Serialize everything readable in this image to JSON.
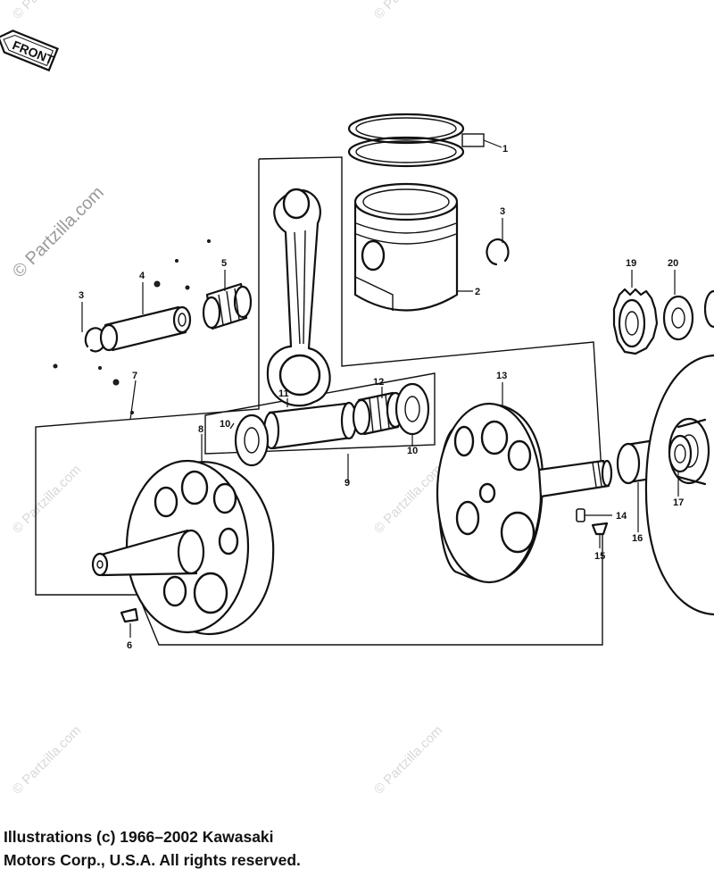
{
  "front_label": "FRONT",
  "watermark": {
    "main": "© Partzilla.com",
    "faint": "© Partzilla.com"
  },
  "callouts": {
    "c1": "1",
    "c2": "2",
    "c3a": "3",
    "c3b": "3",
    "c4": "4",
    "c5": "5",
    "c6": "6",
    "c7": "7",
    "c8": "8",
    "c9": "9",
    "c10a": "10",
    "c10b": "10",
    "c11": "11",
    "c12": "12",
    "c13": "13",
    "c14": "14",
    "c15": "15",
    "c16": "16",
    "c17": "17",
    "c19": "19",
    "c20": "20"
  },
  "copyright": {
    "line1": "Illustrations (c) 1966–2002 Kawasaki",
    "line2": "Motors Corp., U.S.A.  All rights reserved."
  }
}
